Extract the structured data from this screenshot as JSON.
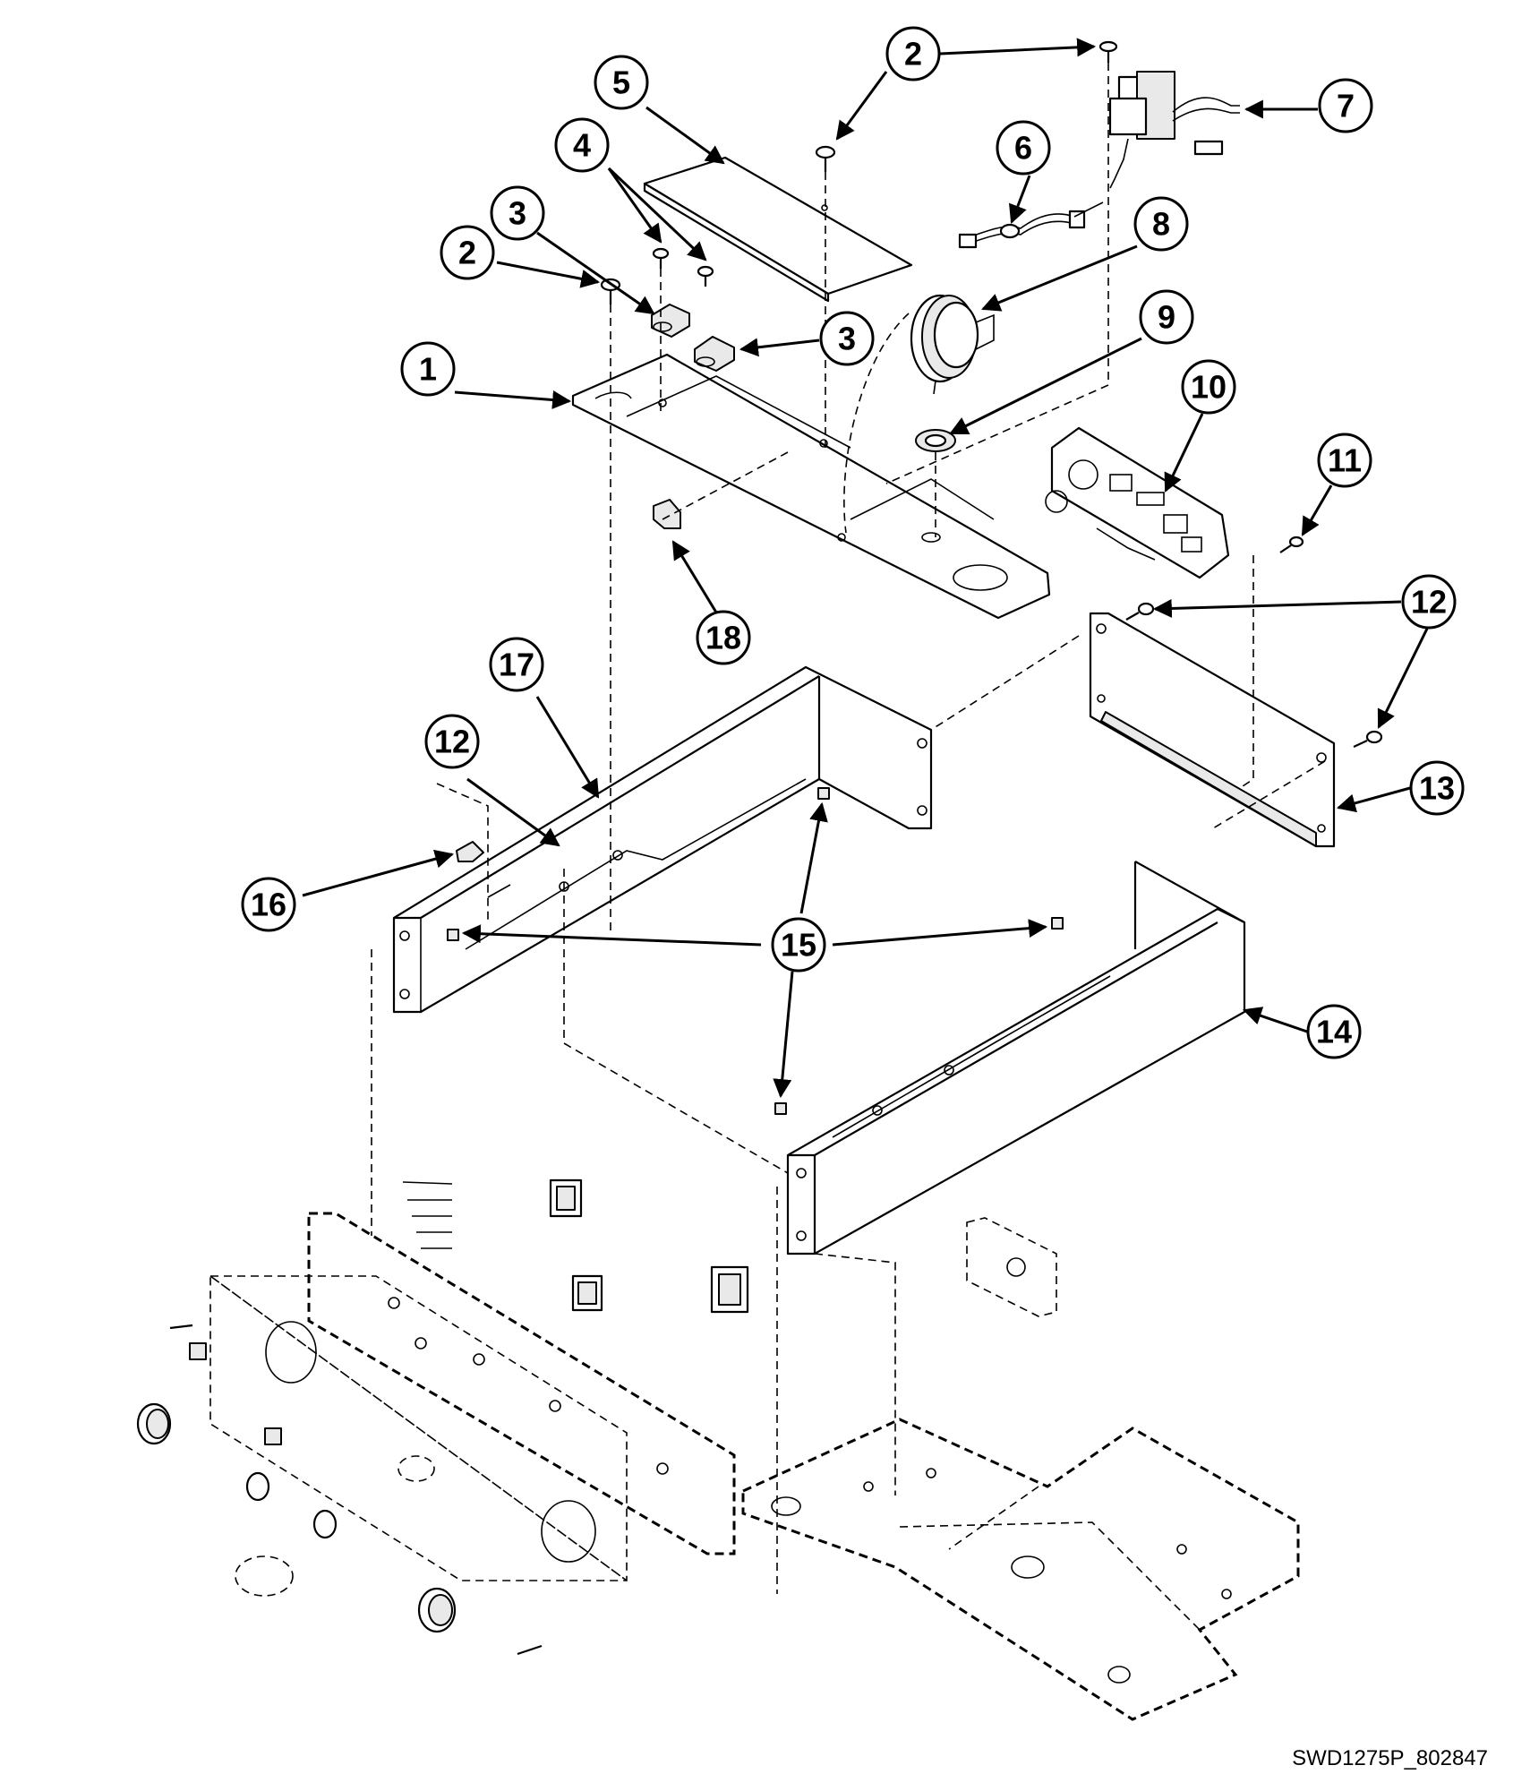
{
  "diagram": {
    "reference_code": "SWD1275P_802847",
    "callouts": [
      {
        "id": "c1",
        "label": "1"
      },
      {
        "id": "c2a",
        "label": "2"
      },
      {
        "id": "c2b",
        "label": "2"
      },
      {
        "id": "c3a",
        "label": "3"
      },
      {
        "id": "c3b",
        "label": "3"
      },
      {
        "id": "c4",
        "label": "4"
      },
      {
        "id": "c5",
        "label": "5"
      },
      {
        "id": "c6",
        "label": "6"
      },
      {
        "id": "c7",
        "label": "7"
      },
      {
        "id": "c8",
        "label": "8"
      },
      {
        "id": "c9",
        "label": "9"
      },
      {
        "id": "c10",
        "label": "10"
      },
      {
        "id": "c11",
        "label": "11"
      },
      {
        "id": "c12a",
        "label": "12"
      },
      {
        "id": "c12b",
        "label": "12"
      },
      {
        "id": "c13",
        "label": "13"
      },
      {
        "id": "c14",
        "label": "14"
      },
      {
        "id": "c15",
        "label": "15"
      },
      {
        "id": "c16",
        "label": "16"
      },
      {
        "id": "c17",
        "label": "17"
      },
      {
        "id": "c18",
        "label": "18"
      }
    ]
  }
}
